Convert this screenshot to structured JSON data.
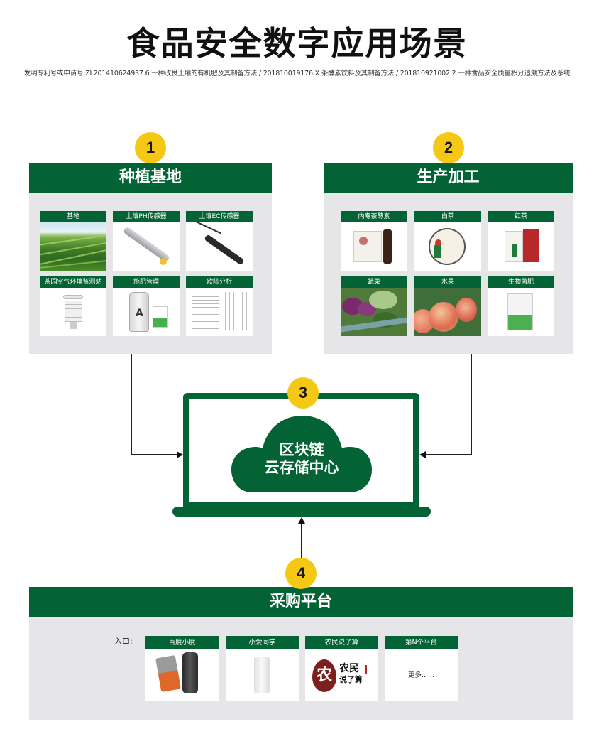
{
  "header": {
    "title": "食品安全数字应用场景",
    "subtitle": "发明专利号或申请号:ZL201410624937.6   一种改良土壤的有机肥及其制备方法  /  201810019176.X  茶酵素饮料及其制备方法  /  201810921002.2  一种食品安全质量积分追溯方法及系统"
  },
  "colors": {
    "primary_green": "#046335",
    "badge_yellow": "#f5c816",
    "panel_gray": "#e6e6e8"
  },
  "steps": [
    {
      "number": "1",
      "title": "种植基地",
      "tiles": [
        {
          "label": "基地",
          "image": "tea-plantation-photo"
        },
        {
          "label": "土壤PH传感器",
          "image": "ph-sensor-probe"
        },
        {
          "label": "土壤EC传感器",
          "image": "ec-sensor-probe"
        },
        {
          "label": "茶园空气环境监测站",
          "image": "weather-station"
        },
        {
          "label": "施肥管理",
          "image": "fertilizer-bottle"
        },
        {
          "label": "欧陆分析",
          "image": "analysis-report"
        }
      ]
    },
    {
      "number": "2",
      "title": "生产加工",
      "tiles": [
        {
          "label": "内寿茶酵素",
          "image": "enzyme-product-box"
        },
        {
          "label": "白茶",
          "image": "white-tea-cake"
        },
        {
          "label": "红茶",
          "image": "black-tea-box"
        },
        {
          "label": "蔬菜",
          "image": "vegetables-photo"
        },
        {
          "label": "水果",
          "image": "peaches-photo"
        },
        {
          "label": "生物菌肥",
          "image": "bio-fertilizer-bag"
        }
      ]
    },
    {
      "number": "3",
      "title_line1": "区块链",
      "title_line2": "云存储中心"
    },
    {
      "number": "4",
      "title": "采购平台",
      "entry_label": "入口:",
      "tiles": [
        {
          "label": "百度小度",
          "image": "smart-speakers"
        },
        {
          "label": "小爱同学",
          "image": "white-speaker"
        },
        {
          "label": "农民说了算",
          "image": "nongmin-logo",
          "logo_text_1": "农民",
          "logo_text_2": "说了算",
          "logo_glyph": "农"
        },
        {
          "label": "第N个平台",
          "image": "more-text",
          "content": "更多......"
        }
      ]
    }
  ]
}
